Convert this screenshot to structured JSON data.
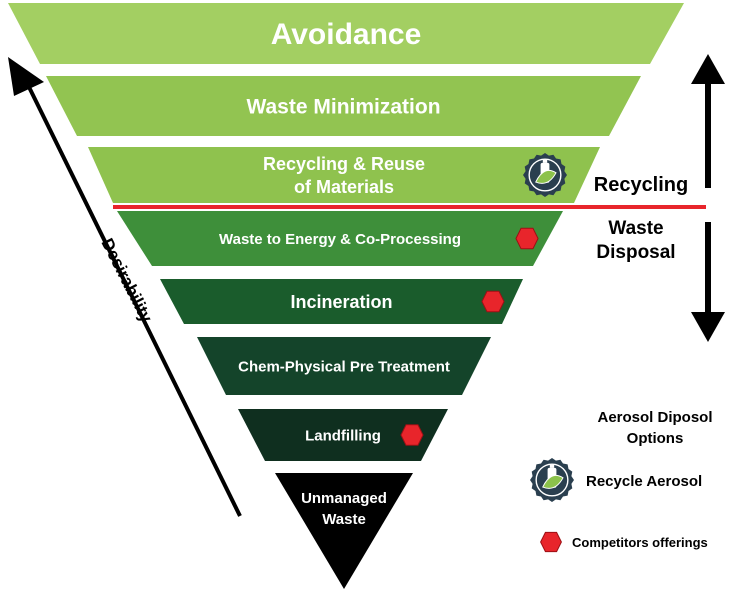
{
  "tiers": [
    {
      "id": "avoidance",
      "lines": [
        "Avoidance"
      ],
      "fill": "#a3cf62",
      "text_color": "#ffffff",
      "marker": ""
    },
    {
      "id": "waste-minimization",
      "lines": [
        "Waste Minimization"
      ],
      "fill": "#92c451",
      "text_color": "#ffffff",
      "marker": ""
    },
    {
      "id": "recycling-reuse",
      "lines": [
        "Recycling & Reuse",
        "of Materials"
      ],
      "fill": "#8fc24e",
      "text_color": "#ffffff",
      "marker": "recycle-badge"
    },
    {
      "id": "waste-to-energy",
      "lines": [
        "Waste to Energy & Co-Processing"
      ],
      "fill": "#3e8f3a",
      "text_color": "#ffffff",
      "marker": "competitor-hexagon"
    },
    {
      "id": "incineration",
      "lines": [
        "Incineration"
      ],
      "fill": "#1a5c2c",
      "text_color": "#ffffff",
      "marker": "competitor-hexagon"
    },
    {
      "id": "chem-physical",
      "lines": [
        "Chem-Physical Pre Treatment"
      ],
      "fill": "#14442a",
      "text_color": "#ffffff",
      "marker": ""
    },
    {
      "id": "landfilling",
      "lines": [
        "Landfilling"
      ],
      "fill": "#0f2f1f",
      "text_color": "#ffffff",
      "marker": "competitor-hexagon"
    },
    {
      "id": "unmanaged",
      "lines": [
        "Unmanaged",
        "Waste"
      ],
      "fill": "#000000",
      "text_color": "#ffffff",
      "marker": ""
    }
  ],
  "side_labels": {
    "recycling": "Recycling",
    "waste_disposal": [
      "Waste",
      "Disposal"
    ],
    "desirability": "Desirability"
  },
  "legend": {
    "title": [
      "Aerosol Diposol",
      "Options"
    ],
    "recycle_label": "Recycle Aerosol",
    "competitor_label": "Competitors offerings"
  },
  "colors": {
    "divider": "#e8252b",
    "hexagon": "#e8252b",
    "badge": "#2a3f4f",
    "badge_leaf": "#8cc24b",
    "arrow": "#000000"
  }
}
